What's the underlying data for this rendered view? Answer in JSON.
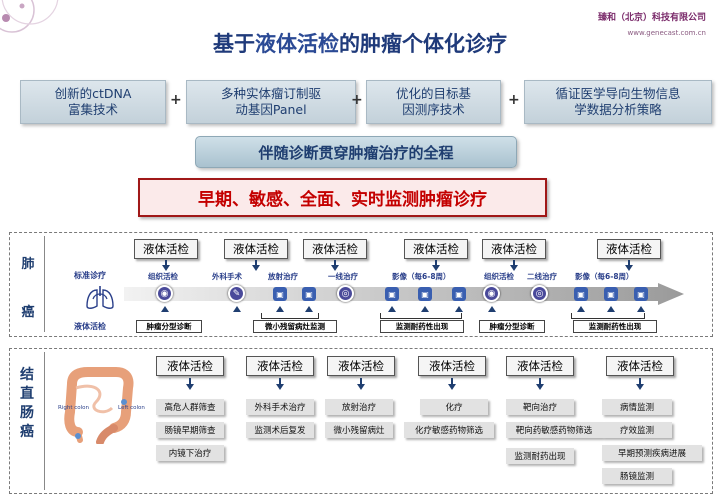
{
  "header": {
    "title_parts": [
      "基于",
      "液体活检",
      "的肿瘤个体化诊疗"
    ],
    "company_name": "臻和（北京）科技有限公司",
    "company_url": "www.genecast.com.cn"
  },
  "tech_boxes": [
    {
      "line1": "创新的ctDNA",
      "line2": "富集技术"
    },
    {
      "line1": "多种实体瘤订制驱",
      "line2": "动基因Panel"
    },
    {
      "line1": "优化的目标基",
      "line2": "因测序技术"
    },
    {
      "line1": "循证医学导向生物信息",
      "line2": "学数据分析策略"
    }
  ],
  "plus_sign": "+",
  "middle_banner": "伴随诊断贯穿肿瘤治疗的全程",
  "red_banner": "早期、敏感、全面、实时监测肿瘤诊疗",
  "lung": {
    "label_chars": [
      "肺",
      "癌"
    ],
    "row_labels": {
      "standard": "标准诊疗",
      "liquid": "液体活检"
    },
    "biopsy_label": "液体活检",
    "stages": [
      "组织活检",
      "外科手术",
      "放射治疗",
      "一线治疗",
      "影像（每6-8周）",
      "组织活检",
      "二线治疗",
      "影像（每6-8周）"
    ],
    "bottom_labels": [
      "肿瘤分型诊断",
      "微小残留病灶监测",
      "监测耐药性出现",
      "肿瘤分型诊断",
      "监测耐药性出现"
    ]
  },
  "colon": {
    "label_chars": [
      "结",
      "直",
      "肠",
      "癌"
    ],
    "anatomy_labels": {
      "right": "Right colon",
      "left": "Left colon"
    },
    "biopsy_label": "液体活检",
    "columns": [
      {
        "items": [
          "高危人群筛查",
          "肠镜早期筛查",
          "内镜下治疗"
        ]
      },
      {
        "items": [
          "外科手术治疗",
          "监测术后复发"
        ]
      },
      {
        "items": [
          "放射治疗",
          "微小残留病灶"
        ]
      },
      {
        "items": [
          "化疗",
          "化疗敏感药物筛选"
        ]
      },
      {
        "items": [
          "靶向治疗",
          "靶向药敏感药物筛选",
          "监测耐药出现"
        ]
      },
      {
        "items": [
          "病情监测",
          "疗效监测",
          "早期预测疾病进展",
          "肠镜监测"
        ]
      }
    ]
  },
  "colors": {
    "title": "#1f3a7a",
    "red": "#c40000",
    "brand": "#7a2a6a"
  }
}
